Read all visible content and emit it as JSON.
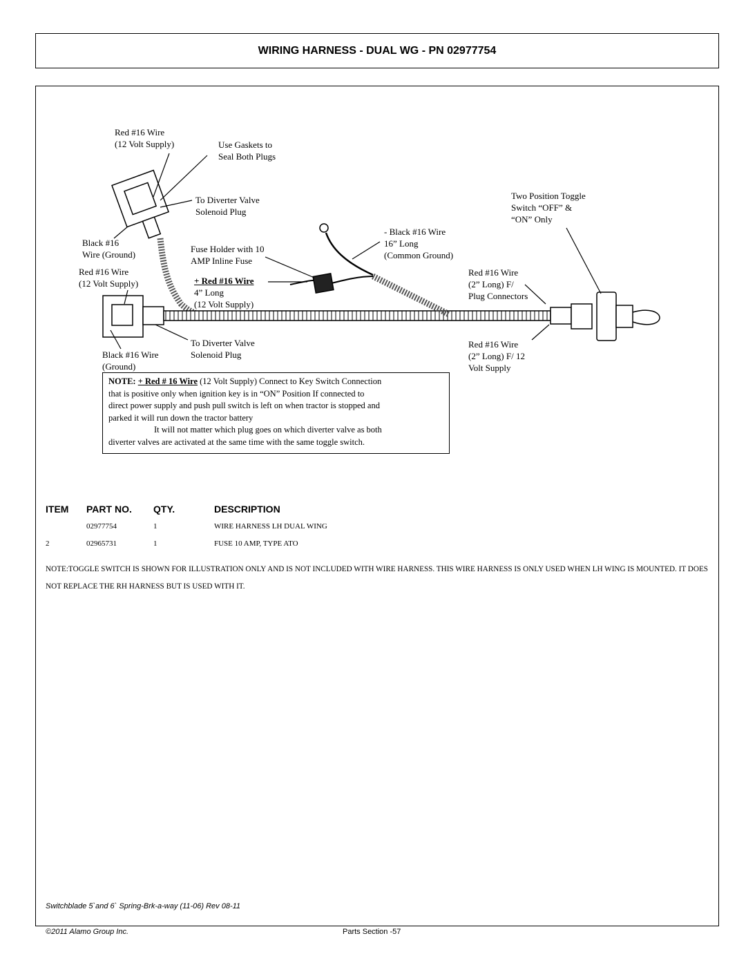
{
  "title": "WIRING HARNESS - DUAL WG - PN 02977754",
  "diagram": {
    "labels": {
      "red_supply_top_1": "Red #16 Wire",
      "red_supply_top_2": "(12 Volt Supply)",
      "gaskets_1": "Use Gaskets to",
      "gaskets_2": "Seal Both Plugs",
      "diverter_top_1": "To Diverter Valve",
      "diverter_top_2": "Solenoid Plug",
      "toggle_1": "Two Position Toggle",
      "toggle_2": "Switch “OFF” &",
      "toggle_3": "“ON” Only",
      "black_common_1": "- Black #16 Wire",
      "black_common_2": "16” Long",
      "black_common_3": "(Common Ground)",
      "black_top_1": "Black #16",
      "black_top_2": "Wire (Ground)",
      "fuse_1": "Fuse Holder with 10",
      "fuse_2": "AMP Inline Fuse",
      "red_supply_left_1": "Red #16 Wire",
      "red_supply_left_2": "(12 Volt Supply)",
      "red_4in_1": "+ Red #16 Wire",
      "red_4in_2": "4” Long",
      "red_4in_3": "(12 Volt Supply)",
      "red_2in_top_1": "Red #16 Wire",
      "red_2in_top_2": "(2” Long) F/",
      "red_2in_top_3": "Plug Connectors",
      "diverter_bottom_1": "To Diverter Valve",
      "diverter_bottom_2": "Solenoid Plug",
      "black_bottom_1": "Black #16 Wire",
      "black_bottom_2": "(Ground)",
      "red_2in_bottom_1": "Red #16 Wire",
      "red_2in_bottom_2": "(2” Long) F/ 12",
      "red_2in_bottom_3": "Volt Supply"
    },
    "note": {
      "label": "NOTE:",
      "emph": "+ Red # 16 Wire",
      "line1_rest": " (12 Volt Supply) Connect to Key Switch Connection",
      "line2": "that is positive only when ignition key is in “ON” Position  If connected to",
      "line3": "direct power supply and push pull switch is left on when tractor is stopped and",
      "line4": "parked it will run down the tractor battery",
      "line5": "It will not matter which plug goes on which diverter valve as both",
      "line6": "diverter valves are activated at the same time with the same toggle switch."
    }
  },
  "parts_table": {
    "headers": {
      "item": "ITEM",
      "part_no": "PART NO.",
      "qty": "QTY.",
      "description": "DESCRIPTION"
    },
    "rows": [
      {
        "item": "",
        "part_no": "02977754",
        "qty": "1",
        "description": "WIRE HARNESS LH DUAL WING"
      },
      {
        "item": "2",
        "part_no": "02965731",
        "qty": "1",
        "description": "FUSE 10 AMP, TYPE ATO"
      }
    ]
  },
  "note_text": "NOTE:TOGGLE SWITCH IS SHOWN FOR ILLUSTRATION ONLY AND IS NOT INCLUDED WITH WIRE HARNESS. THIS WIRE HARNESS IS ONLY USED WHEN LH WING IS MOUNTED. IT DOES NOT REPLACE THE RH HARNESS BUT IS USED WITH IT.",
  "footer": {
    "doc_ref": "Switchblade 5`and 6` Spring-Brk-a-way (11-06) Rev 08-11",
    "copyright": "©2011 Alamo Group Inc.",
    "page": "Parts Section -57"
  }
}
